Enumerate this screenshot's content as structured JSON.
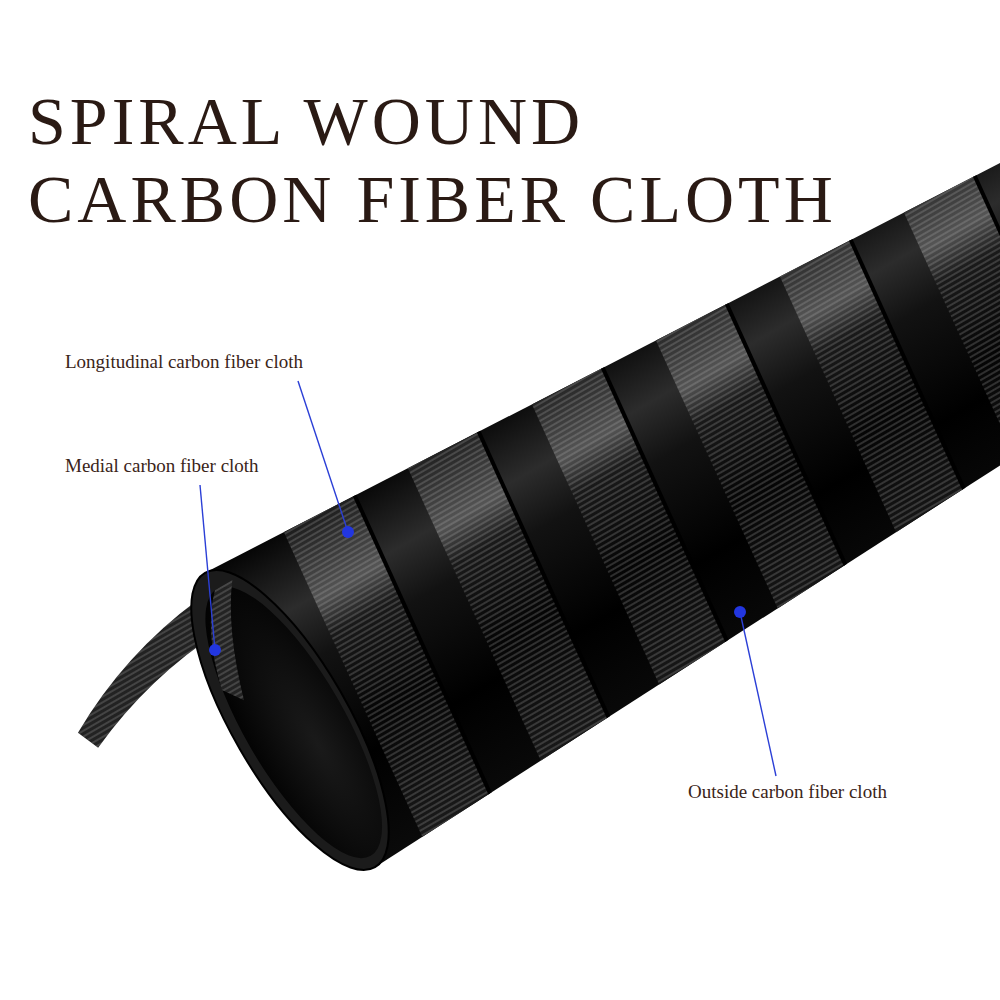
{
  "diagram": {
    "title": "SPIRAL WOUND CARBON FIBER CLOTH",
    "labels": [
      "Longitudinal carbon fiber cloth",
      "Medial carbon fiber cloth",
      "Outside carbon fiber cloth"
    ]
  }
}
